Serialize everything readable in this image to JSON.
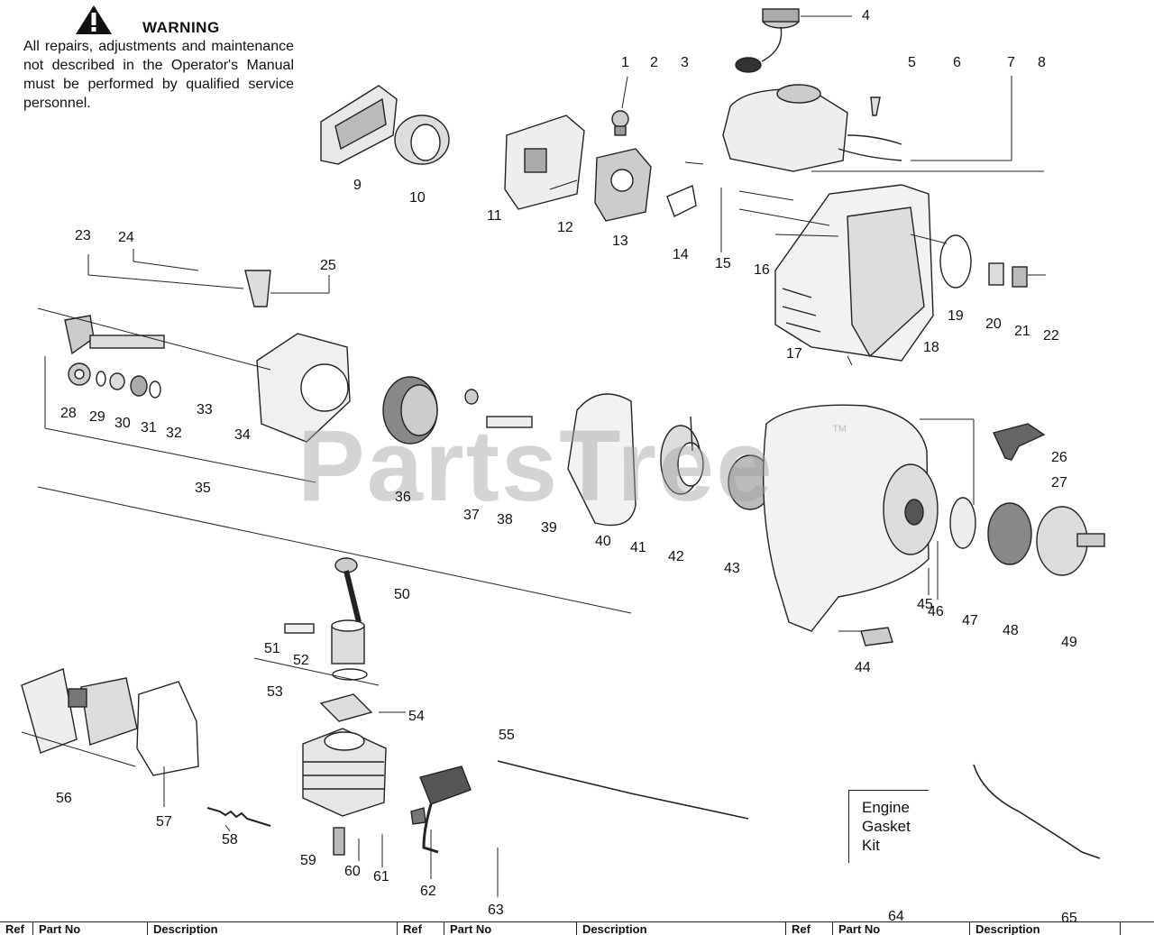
{
  "warning": {
    "title": "WARNING",
    "body": "All repairs, adjustments and maintenance not described in the Operator's Manual must be performed by qualified  service personnel."
  },
  "watermark": {
    "text": "PartsTree",
    "tm": "™"
  },
  "kit_label": "Engine\nGasket\nKit",
  "callouts": [
    "1",
    "2",
    "3",
    "4",
    "5",
    "6",
    "7",
    "8",
    "9",
    "10",
    "11",
    "12",
    "13",
    "14",
    "15",
    "16",
    "17",
    "18",
    "19",
    "20",
    "21",
    "22",
    "23",
    "24",
    "25",
    "26",
    "27",
    "28",
    "29",
    "30",
    "31",
    "32",
    "33",
    "34",
    "35",
    "36",
    "37",
    "38",
    "39",
    "40",
    "41",
    "42",
    "43",
    "44",
    "45",
    "46",
    "47",
    "48",
    "49",
    "50",
    "51",
    "52",
    "53",
    "54",
    "55",
    "56",
    "57",
    "58",
    "59",
    "60",
    "61",
    "62",
    "63",
    "64",
    "65"
  ],
  "table_header": [
    "Ref",
    "Part No",
    "Description",
    "Ref",
    "Part No",
    "Description",
    "Ref",
    "Part No",
    "Description"
  ]
}
